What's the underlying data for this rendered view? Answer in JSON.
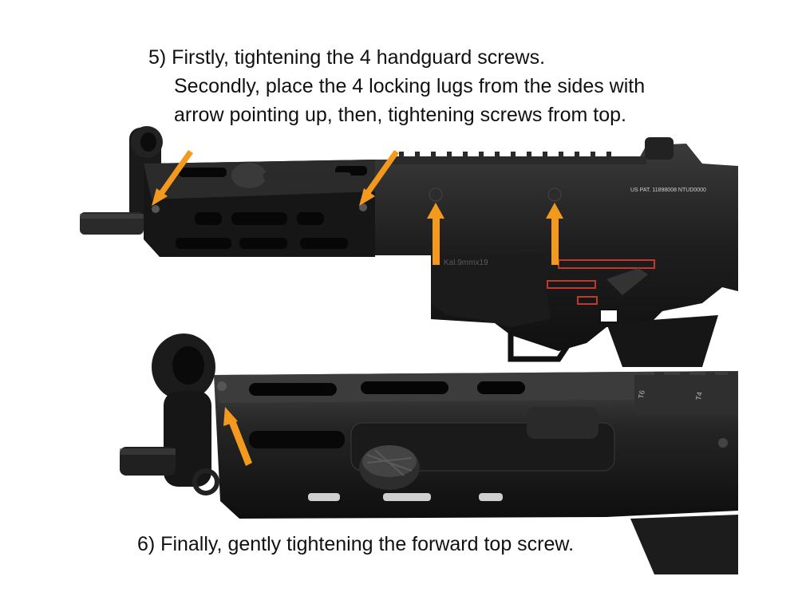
{
  "instructions": {
    "step5": {
      "line1": "5) Firstly, tightening the 4 handguard screws.",
      "line2": "Secondly, place the 4 locking lugs from the sides with",
      "line3": "arrow pointing up, then, tightening screws from top."
    },
    "step6": "6) Finally, gently tightening the forward top screw."
  },
  "photo_top": {
    "markings": {
      "patent": "US PAT. 11898008  NTUD0000",
      "caliber": "Kal.9mmx19"
    }
  },
  "photo_bottom": {
    "markings": {
      "rail_left": "T6",
      "rail_right": "T4"
    }
  },
  "colors": {
    "arrow": "#f39a1e",
    "metal_dark": "#1c1c1c",
    "metal_mid": "#2e2e2e",
    "highlight": "#4a4a4a",
    "selector_red": "#c0392b",
    "background": "#ffffff"
  }
}
